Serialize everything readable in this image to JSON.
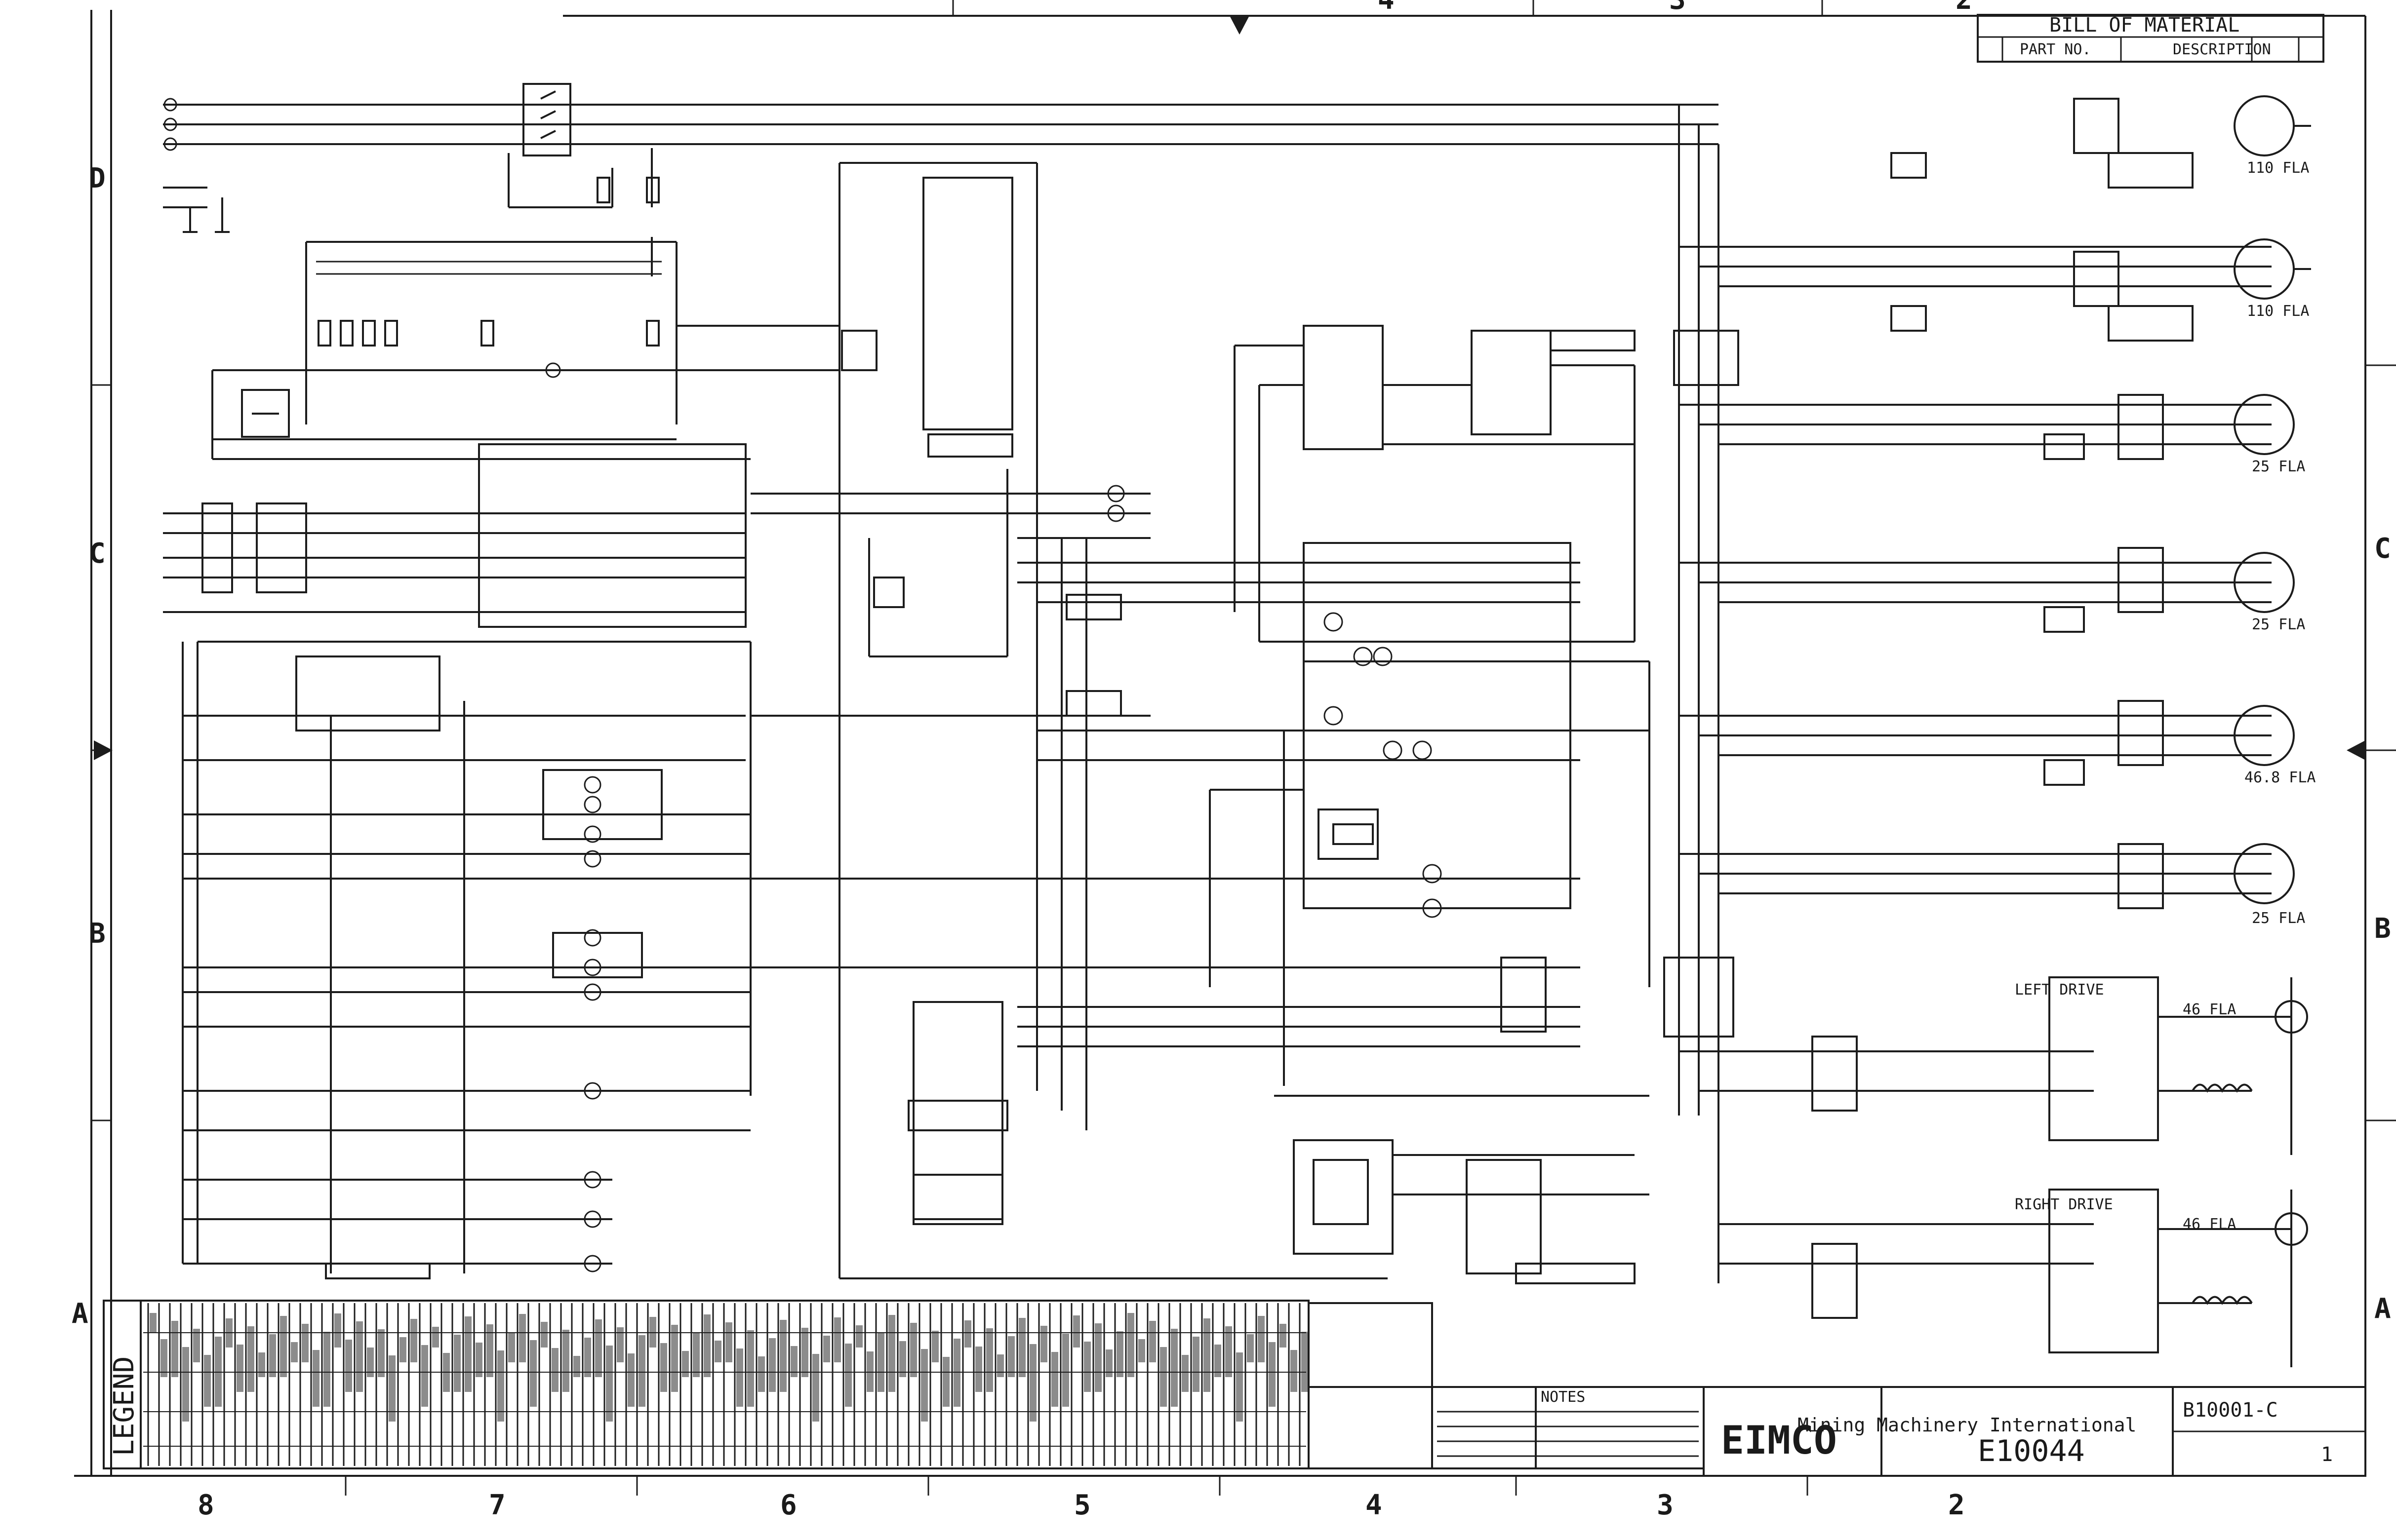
{
  "border": {
    "top_zones": [
      "4",
      "3",
      "2"
    ],
    "bottom_zones": [
      "8",
      "7",
      "6",
      "5",
      "4",
      "3",
      "2"
    ],
    "left_zones": [
      "D",
      "C",
      "B",
      "A"
    ],
    "right_zones": [
      "C",
      "B",
      "A"
    ]
  },
  "bill_of_material": {
    "title": "BILL OF MATERIAL",
    "col_part_no": "PART NO.",
    "col_description": "DESCRIPTION"
  },
  "legend": {
    "title": "LEGEND"
  },
  "notes": {
    "title": "NOTES"
  },
  "motors": [
    {
      "fla": "110 FLA"
    },
    {
      "fla": "110 FLA"
    },
    {
      "fla": "25 FLA"
    },
    {
      "fla": "25 FLA"
    },
    {
      "fla": "46.8 FLA"
    },
    {
      "fla": "25 FLA"
    }
  ],
  "drives": {
    "left": {
      "label": "LEFT DRIVE",
      "fla": "46 FLA"
    },
    "right": {
      "label": "RIGHT DRIVE",
      "fla": "46 FLA"
    }
  },
  "title_block": {
    "company_logo": "EIMCO",
    "company_name": "Mining Machinery International",
    "drawing_number": "E10044",
    "part_number": "B10001-C",
    "sheet": "1"
  }
}
